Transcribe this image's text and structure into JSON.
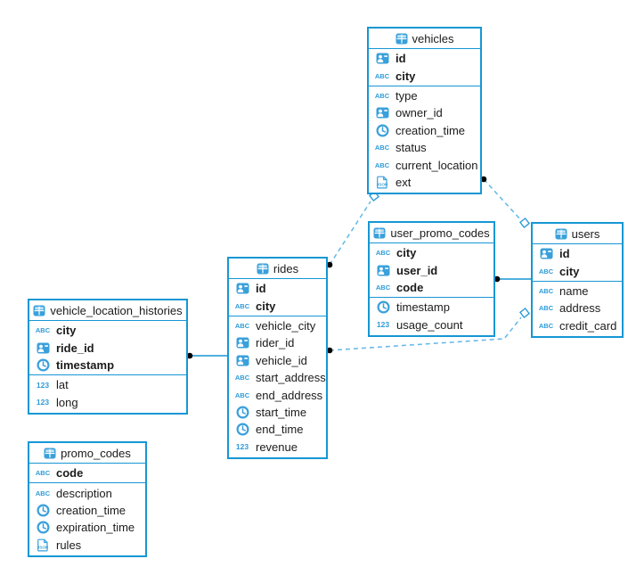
{
  "diagram": {
    "tables": [
      {
        "name": "vehicles",
        "columns": [
          {
            "name": "id",
            "icon": "id-badge-icon",
            "key": true
          },
          {
            "name": "city",
            "icon": "abc-icon",
            "key": true
          },
          {
            "name": "type",
            "icon": "abc-icon",
            "key": false
          },
          {
            "name": "owner_id",
            "icon": "id-badge-icon",
            "key": false
          },
          {
            "name": "creation_time",
            "icon": "clock-icon",
            "key": false
          },
          {
            "name": "status",
            "icon": "abc-icon",
            "key": false
          },
          {
            "name": "current_location",
            "icon": "abc-icon",
            "key": false
          },
          {
            "name": "ext",
            "icon": "json-icon",
            "key": false
          }
        ]
      },
      {
        "name": "user_promo_codes",
        "columns": [
          {
            "name": "city",
            "icon": "abc-icon",
            "key": true
          },
          {
            "name": "user_id",
            "icon": "id-badge-icon",
            "key": true
          },
          {
            "name": "code",
            "icon": "abc-icon",
            "key": true
          },
          {
            "name": "timestamp",
            "icon": "clock-icon",
            "key": false
          },
          {
            "name": "usage_count",
            "icon": "123-icon",
            "key": false
          }
        ]
      },
      {
        "name": "users",
        "columns": [
          {
            "name": "id",
            "icon": "id-badge-icon",
            "key": true
          },
          {
            "name": "city",
            "icon": "abc-icon",
            "key": true
          },
          {
            "name": "name",
            "icon": "abc-icon",
            "key": false
          },
          {
            "name": "address",
            "icon": "abc-icon",
            "key": false
          },
          {
            "name": "credit_card",
            "icon": "abc-icon",
            "key": false
          }
        ]
      },
      {
        "name": "rides",
        "columns": [
          {
            "name": "id",
            "icon": "id-badge-icon",
            "key": true
          },
          {
            "name": "city",
            "icon": "abc-icon",
            "key": true
          },
          {
            "name": "vehicle_city",
            "icon": "abc-icon",
            "key": false
          },
          {
            "name": "rider_id",
            "icon": "id-badge-icon",
            "key": false
          },
          {
            "name": "vehicle_id",
            "icon": "id-badge-icon",
            "key": false
          },
          {
            "name": "start_address",
            "icon": "abc-icon",
            "key": false
          },
          {
            "name": "end_address",
            "icon": "abc-icon",
            "key": false
          },
          {
            "name": "start_time",
            "icon": "clock-icon",
            "key": false
          },
          {
            "name": "end_time",
            "icon": "clock-icon",
            "key": false
          },
          {
            "name": "revenue",
            "icon": "123-icon",
            "key": false
          }
        ]
      },
      {
        "name": "vehicle_location_histories",
        "columns": [
          {
            "name": "city",
            "icon": "abc-icon",
            "key": true
          },
          {
            "name": "ride_id",
            "icon": "id-badge-icon",
            "key": true
          },
          {
            "name": "timestamp",
            "icon": "clock-icon",
            "key": true
          },
          {
            "name": "lat",
            "icon": "123-icon",
            "key": false
          },
          {
            "name": "long",
            "icon": "123-icon",
            "key": false
          }
        ]
      },
      {
        "name": "promo_codes",
        "columns": [
          {
            "name": "code",
            "icon": "abc-icon",
            "key": true
          },
          {
            "name": "description",
            "icon": "abc-icon",
            "key": false
          },
          {
            "name": "creation_time",
            "icon": "clock-icon",
            "key": false
          },
          {
            "name": "expiration_time",
            "icon": "clock-icon",
            "key": false
          },
          {
            "name": "rules",
            "icon": "json-icon",
            "key": false
          }
        ]
      }
    ],
    "relationships": [
      {
        "from": "vehicle_location_histories",
        "to": "rides",
        "style": "solid",
        "from_marker": "dot",
        "to_marker": "none"
      },
      {
        "from": "user_promo_codes",
        "to": "users",
        "style": "solid",
        "from_marker": "dot",
        "to_marker": "none"
      },
      {
        "from": "rides",
        "to": "vehicles",
        "style": "dashed",
        "from_marker": "dot",
        "to_marker": "diamond"
      },
      {
        "from": "rides",
        "to": "users",
        "style": "dashed",
        "from_marker": "dot",
        "to_marker": "diamond"
      },
      {
        "from": "vehicles",
        "to": "users",
        "style": "dashed",
        "from_marker": "dot",
        "to_marker": "diamond"
      }
    ],
    "colors": {
      "table_border": "#1697d4",
      "icon_blue": "#3aa0db",
      "solid_line": "#1697d4",
      "dashed_line": "#62b7e8",
      "marker_dot": "#000000",
      "text": "#1b1b1b"
    }
  }
}
